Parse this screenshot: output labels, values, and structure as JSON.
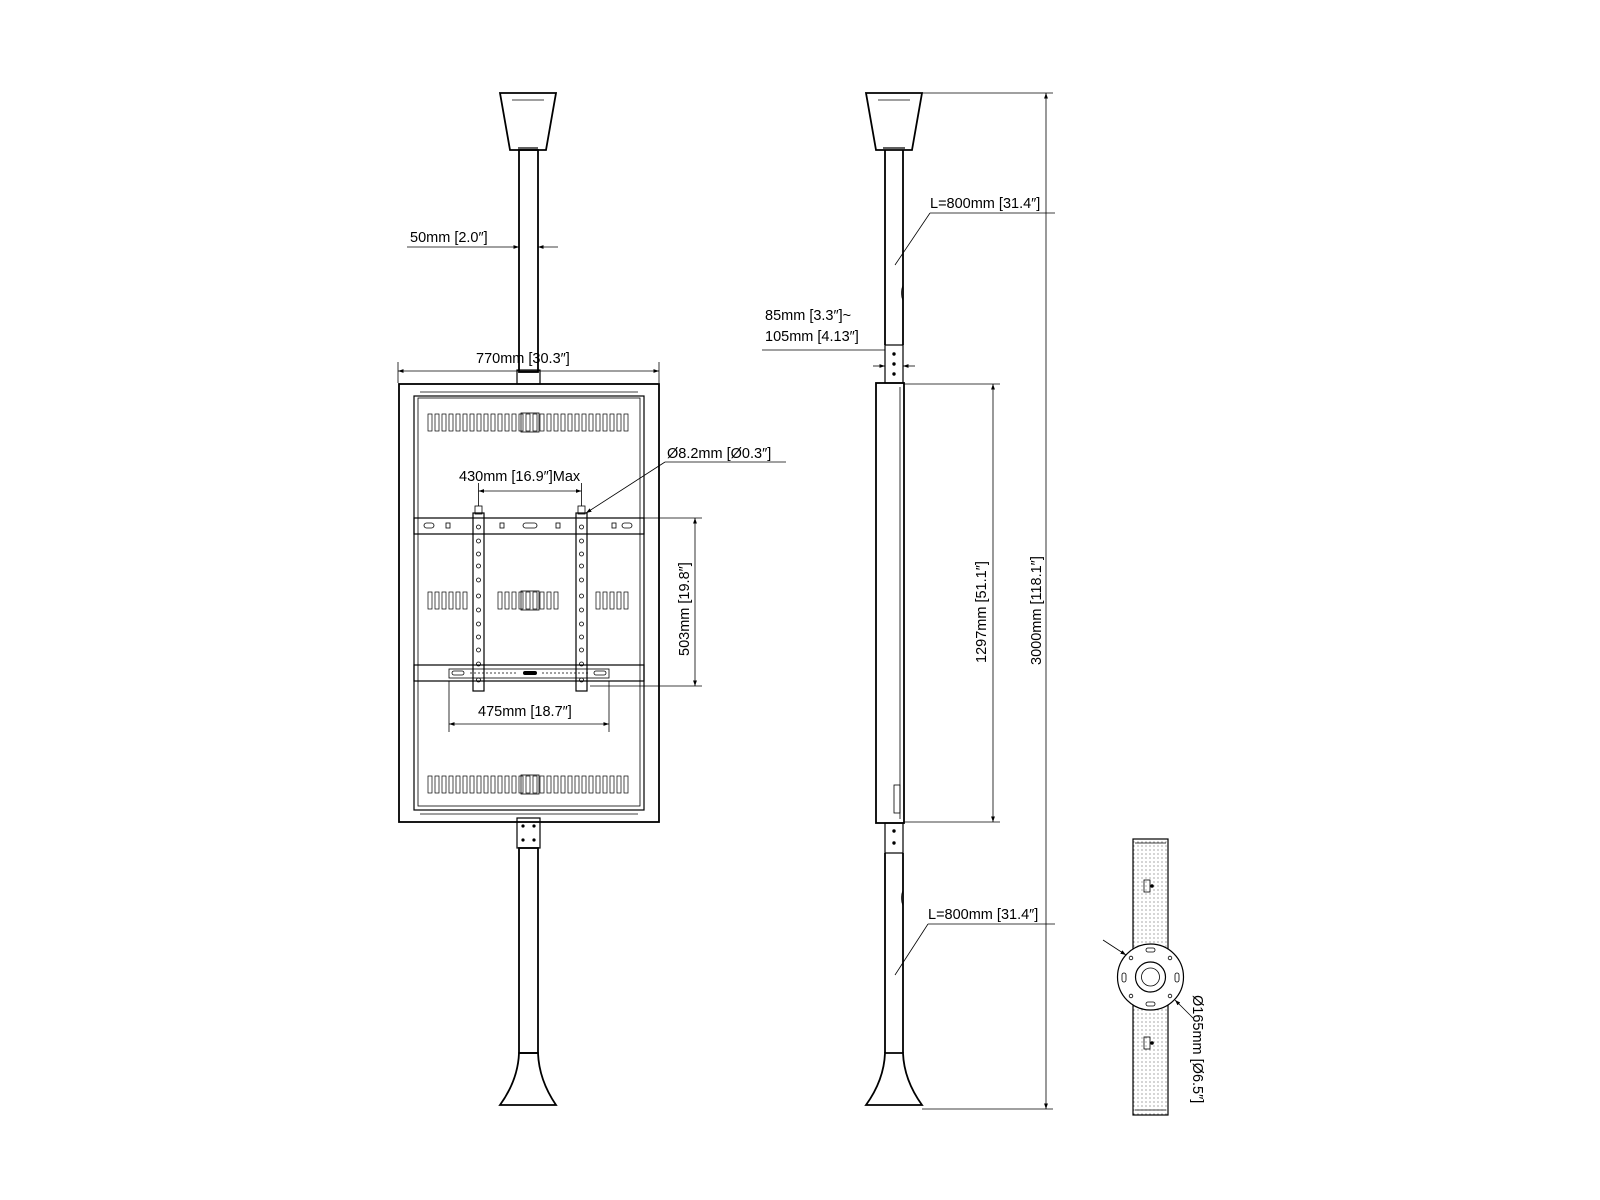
{
  "front_view": {
    "tube_width_label": "50mm [2.0″]",
    "frame_width_label": "770mm [30.3″]",
    "hole_diameter_label": "Ø8.2mm [Ø0.3″]",
    "vertical_rail_spacing_label": "430mm [16.9″]Max",
    "bracket_height_label": "503mm [19.8″]",
    "horizontal_bracket_width_label": "475mm [18.7″]"
  },
  "side_view": {
    "upper_pole_length_label": "L=800mm [31.4″]",
    "offset_label_line1": "85mm [3.3″]~",
    "offset_label_line2": "105mm [4.13″]",
    "screen_height_label": "1297mm [51.1″]",
    "total_height_label": "3000mm [118.1″]",
    "lower_pole_length_label": "L=800mm [31.4″]"
  },
  "base_detail": {
    "base_diameter_label": "Ø165mm [Ø6.5″]"
  }
}
